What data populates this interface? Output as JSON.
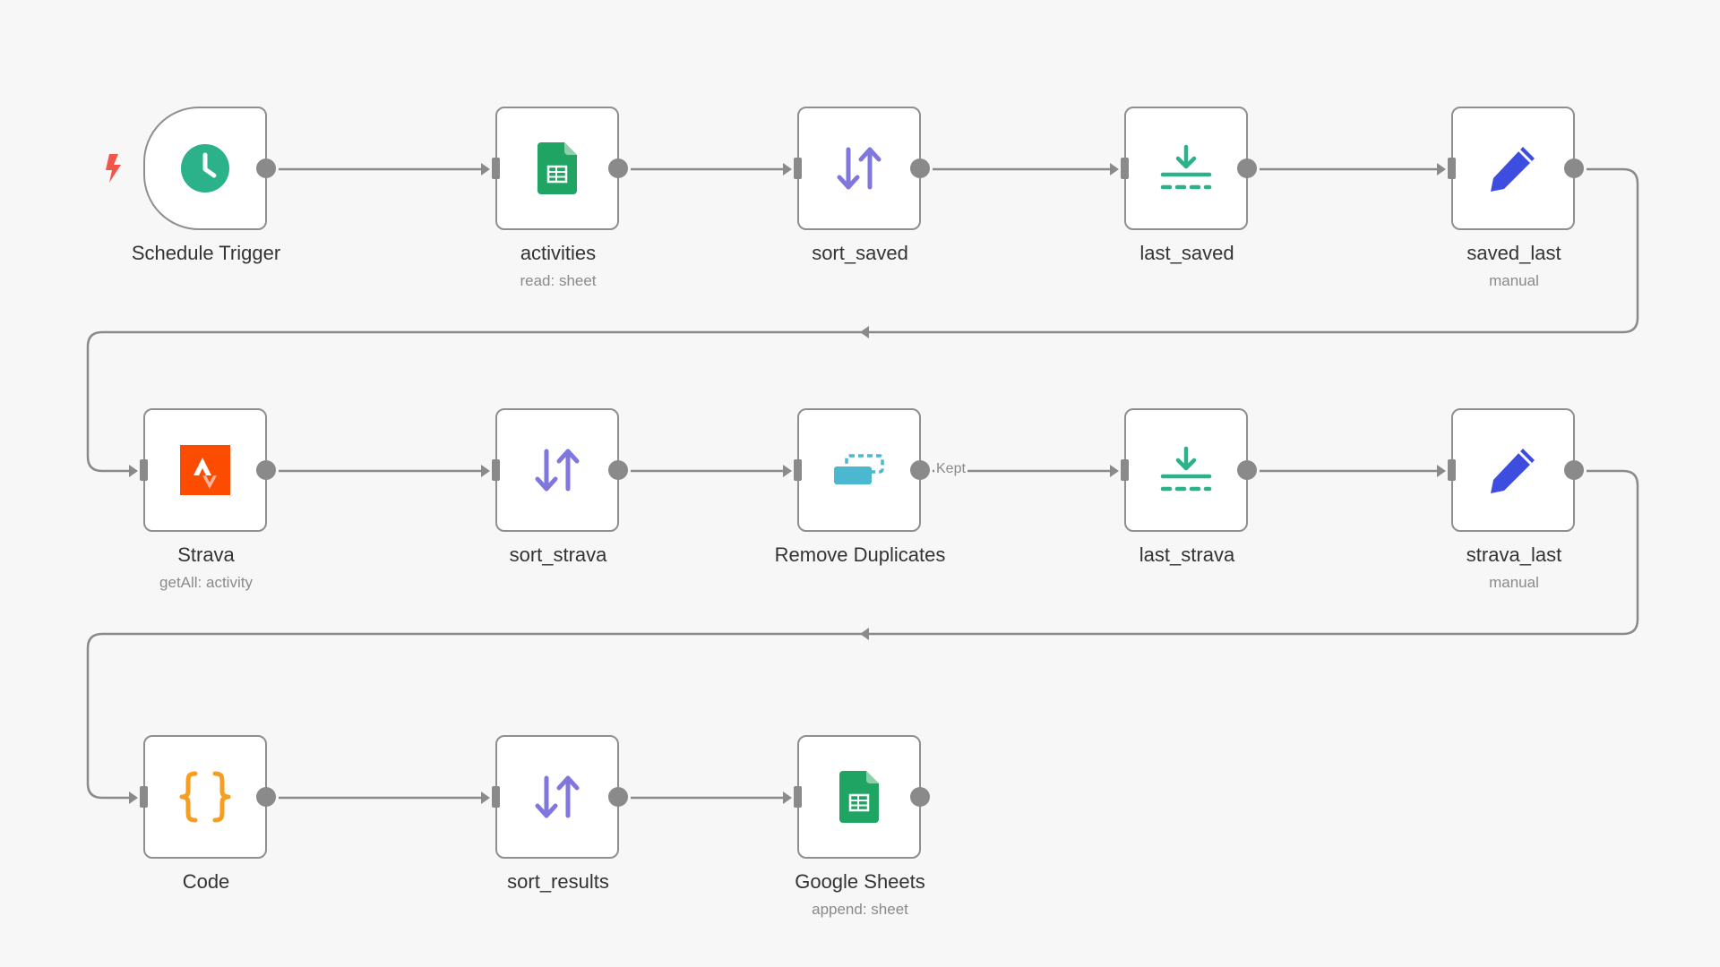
{
  "canvas": {
    "background": "#f7f7f7",
    "wire_color": "#8a8a8a"
  },
  "nodes": [
    {
      "id": "schedule_trigger",
      "title": "Schedule Trigger",
      "subtitle": "",
      "icon": "clock-icon",
      "color": "#2bb28a"
    },
    {
      "id": "activities",
      "title": "activities",
      "subtitle": "read: sheet",
      "icon": "google-sheets-icon",
      "color": "#1fa463"
    },
    {
      "id": "sort_saved",
      "title": "sort_saved",
      "subtitle": "",
      "icon": "sort-arrows-icon",
      "color": "#7f77dd"
    },
    {
      "id": "last_saved",
      "title": "last_saved",
      "subtitle": "",
      "icon": "download-limit-icon",
      "color": "#2bb28a"
    },
    {
      "id": "saved_last",
      "title": "saved_last",
      "subtitle": "manual",
      "icon": "pencil-icon",
      "color": "#3d4de0"
    },
    {
      "id": "strava",
      "title": "Strava",
      "subtitle": "getAll: activity",
      "icon": "strava-icon",
      "color": "#fc4c02"
    },
    {
      "id": "sort_strava",
      "title": "sort_strava",
      "subtitle": "",
      "icon": "sort-arrows-icon",
      "color": "#7f77dd"
    },
    {
      "id": "remove_duplicates",
      "title": "Remove Duplicates",
      "subtitle": "",
      "icon": "remove-duplicates-icon",
      "color": "#4cb8cf"
    },
    {
      "id": "last_strava",
      "title": "last_strava",
      "subtitle": "",
      "icon": "download-limit-icon",
      "color": "#2bb28a"
    },
    {
      "id": "strava_last",
      "title": "strava_last",
      "subtitle": "manual",
      "icon": "pencil-icon",
      "color": "#3d4de0"
    },
    {
      "id": "code",
      "title": "Code",
      "subtitle": "",
      "icon": "curly-braces-icon",
      "color": "#f59e20"
    },
    {
      "id": "sort_results",
      "title": "sort_results",
      "subtitle": "",
      "icon": "sort-arrows-icon",
      "color": "#7f77dd"
    },
    {
      "id": "google_sheets",
      "title": "Google Sheets",
      "subtitle": "append: sheet",
      "icon": "google-sheets-icon",
      "color": "#1fa463"
    }
  ],
  "edge_labels": {
    "remove_duplicates_out": "Kept"
  },
  "trigger_bolt_color": "#f0574a"
}
